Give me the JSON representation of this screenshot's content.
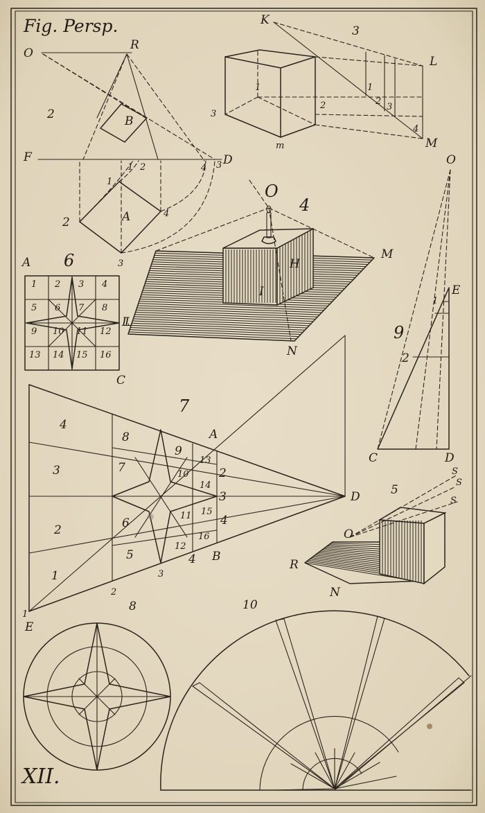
{
  "title": "Fig. Persp.",
  "plate_number": "XII.",
  "figures": {
    "fig2": {
      "number": "2",
      "labels": [
        "O",
        "R",
        "B",
        "F",
        "D",
        "A",
        "1",
        "2",
        "3",
        "4",
        "2",
        "3",
        "4",
        "1",
        "3"
      ]
    },
    "fig3": {
      "number": "3",
      "labels": [
        "K",
        "L",
        "1",
        "3",
        "2",
        "m",
        "1",
        "2",
        "3",
        "4",
        "M"
      ]
    },
    "fig4": {
      "number": "4",
      "labels": [
        "O",
        "M",
        "H",
        "I",
        "L",
        "N"
      ]
    },
    "fig6": {
      "number": "6",
      "corner_labels": [
        "A",
        "C",
        "L"
      ],
      "grid": [
        "1",
        "2",
        "3",
        "4",
        "5",
        "6",
        "7",
        "8",
        "9",
        "10",
        "11",
        "12",
        "13",
        "14",
        "15",
        "16"
      ]
    },
    "fig7": {
      "number": "7",
      "labels": [
        "4",
        "3",
        "2",
        "1",
        "8",
        "7",
        "6",
        "5",
        "9",
        "10",
        "11",
        "12",
        "13",
        "14",
        "15",
        "16",
        "A",
        "B",
        "D",
        "E",
        "1",
        "2",
        "3",
        "4",
        "4",
        "3",
        "2"
      ]
    },
    "fig9": {
      "number": "9",
      "labels": [
        "O",
        "E",
        "1",
        "2",
        "C",
        "D"
      ]
    },
    "fig5": {
      "number": "5",
      "labels": [
        "S",
        "S",
        "S",
        "O",
        "R",
        "N"
      ]
    },
    "fig8": {
      "number": "8"
    },
    "fig10": {
      "number": "10"
    }
  }
}
